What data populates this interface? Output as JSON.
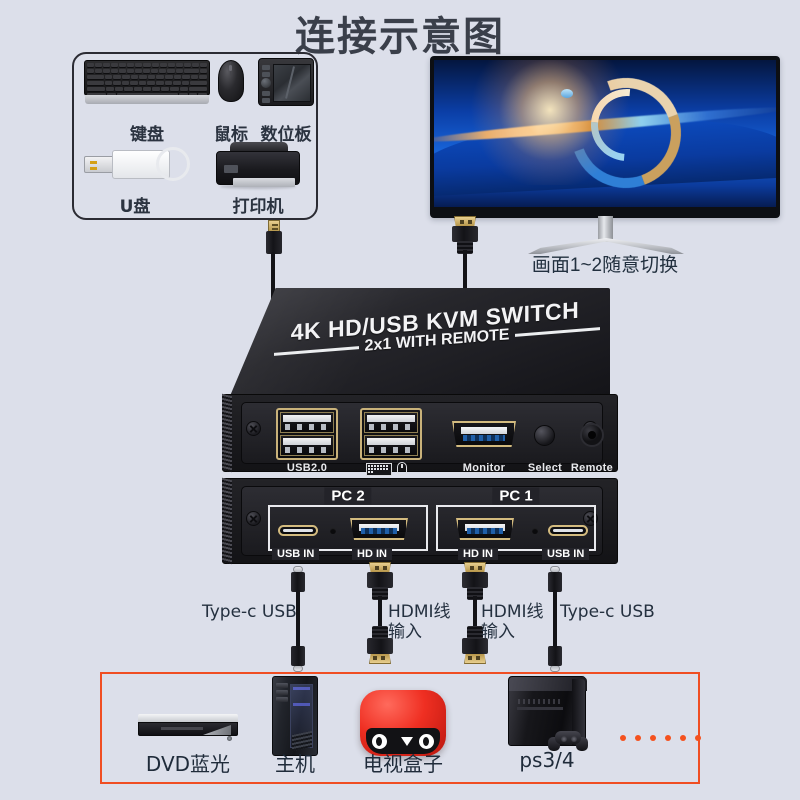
{
  "page": {
    "title": "连接示意图",
    "background_color": "#dcdfea",
    "accent_orange": "#f04e23",
    "text_color": "#24303f"
  },
  "peripherals_box": {
    "border_color": "#2b2b33",
    "items": [
      {
        "label": "键盘",
        "icon": "keyboard-icon"
      },
      {
        "label": "鼠标",
        "icon": "mouse-icon"
      },
      {
        "label": "数位板",
        "icon": "drawing-tablet-icon"
      },
      {
        "label": "U盘",
        "icon": "usb-flash-drive-icon"
      },
      {
        "label": "打印机",
        "icon": "printer-icon"
      }
    ]
  },
  "monitor": {
    "caption": "画面1~2随意切换",
    "wallpaper": "blue-wave-abstract"
  },
  "kvm": {
    "brand_line": "4K HD/USB KVM SWITCH",
    "sub_line": "2x1 WITH REMOTE",
    "front_ports": {
      "usb_hub_label": "USB2.0",
      "kb_mouse_label": "keyboard-mouse-icons",
      "monitor_label": "Monitor",
      "select_label": "Select",
      "remote_label": "Remote"
    },
    "back_ports": {
      "pc2": {
        "group": "PC 2",
        "usb": "USB IN",
        "hd": "HD IN"
      },
      "pc1": {
        "group": "PC 1",
        "usb": "USB IN",
        "hd": "HD IN"
      }
    }
  },
  "cable_labels": {
    "left_typec": "Type-c USB",
    "left_hdmi": "HDMI线\n输入",
    "right_hdmi": "HDMI线\n输入",
    "right_typec": "Type-c USB"
  },
  "source_box": {
    "border_color": "#f04e23",
    "items": [
      {
        "label": "DVD蓝光",
        "icon": "dvd-player-icon"
      },
      {
        "label": "主机",
        "icon": "desktop-tower-icon"
      },
      {
        "label": "电视盒子",
        "icon": "tv-box-icon"
      },
      {
        "label": "ps3/4",
        "icon": "playstation-console-icon"
      }
    ],
    "more_indicator": "......"
  }
}
